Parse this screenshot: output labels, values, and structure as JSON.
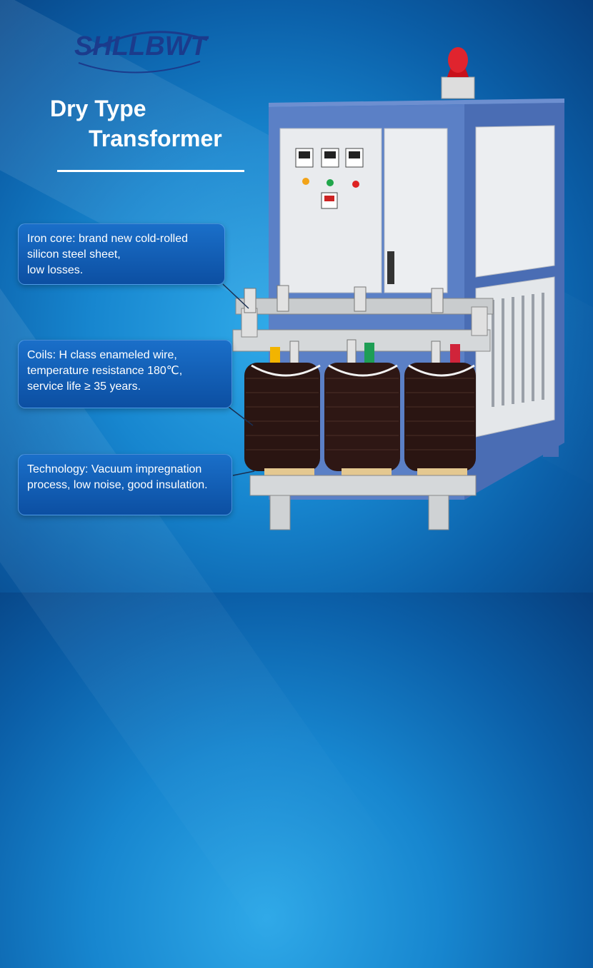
{
  "brand": {
    "logo_text": "SHLLBWT"
  },
  "headline": {
    "line1": "Dry Type",
    "line2": "Transformer"
  },
  "features": [
    {
      "lines": [
        "Iron core: brand new cold-rolled",
        "silicon steel sheet,",
        "low losses."
      ]
    },
    {
      "lines": [
        "Coils: H class enameled wire,",
        "temperature resistance 180℃,",
        "service life ≥ 35 years."
      ]
    },
    {
      "lines": [
        "Technology: Vacuum impregnation",
        "process, low noise, good insulation."
      ]
    }
  ],
  "colors": {
    "background": "#1786cf",
    "callout": "#1a6fc9",
    "logo": "#1b3b8c",
    "cabinet": "#4f72b8",
    "coil": "#2a1512"
  }
}
